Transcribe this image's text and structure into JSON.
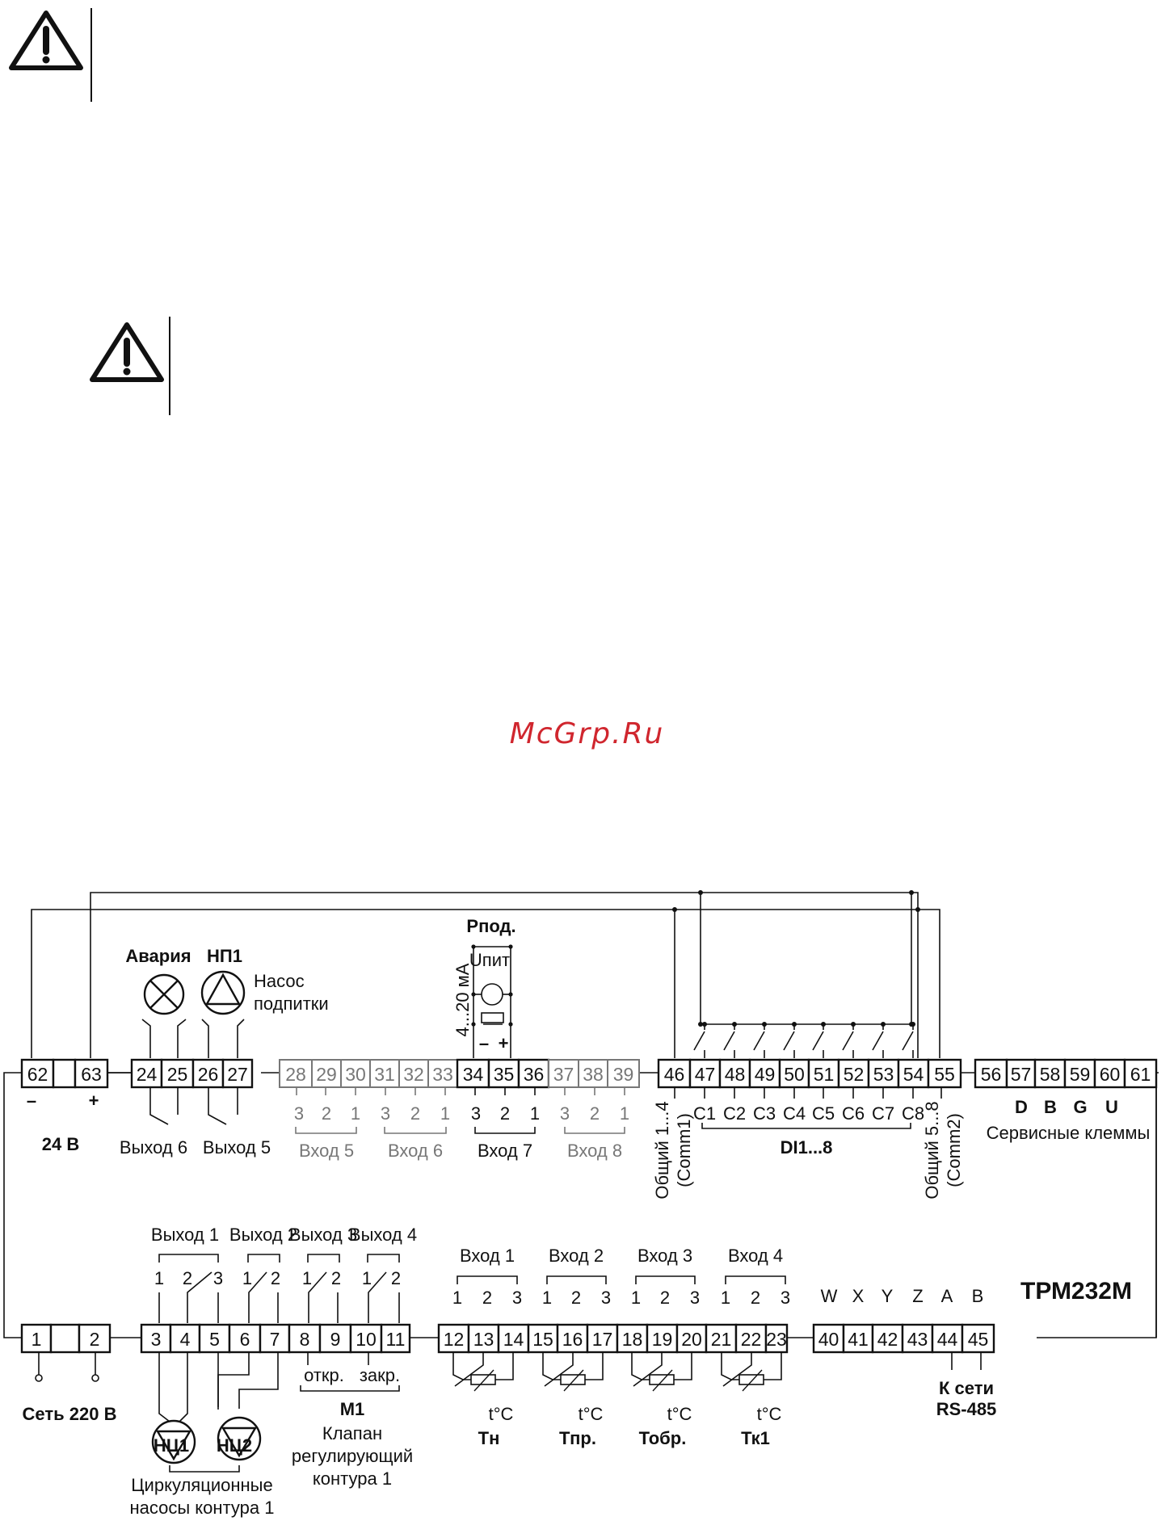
{
  "watermark": "McGrp.Ru",
  "colors": {
    "watermark": "#d0262e",
    "line": "#111111",
    "inactive": "#777777"
  },
  "icons": [
    "warning-triangle-icon",
    "warning-triangle-icon",
    "lamp-icon",
    "pump-icon",
    "pump-icon",
    "pump-icon"
  ],
  "device": {
    "name": "ТРМ232М"
  },
  "top_terminals": [
    "62",
    "",
    "63",
    "24",
    "25",
    "26",
    "27",
    "28",
    "29",
    "30",
    "31",
    "32",
    "33",
    "34",
    "35",
    "36",
    "37",
    "38",
    "39",
    "46",
    "47",
    "48",
    "49",
    "50",
    "51",
    "52",
    "53",
    "54",
    "55",
    "56",
    "57",
    "58",
    "59",
    "60",
    "61"
  ],
  "bottom_terminals": [
    "1",
    "",
    "2",
    "3",
    "4",
    "5",
    "6",
    "7",
    "8",
    "9",
    "10",
    "11",
    "12",
    "13",
    "14",
    "15",
    "16",
    "17",
    "18",
    "19",
    "20",
    "21",
    "22",
    "23",
    "40",
    "41",
    "42",
    "43",
    "44",
    "45"
  ],
  "top": {
    "supply_minus": "–",
    "supply_plus": "+",
    "supply_label": "24 В",
    "alarm_label": "Авария",
    "pump_np1_label": "НП1",
    "np1_caption_1": "Насос",
    "np1_caption_2": "подпитки",
    "output6": "Выход 6",
    "output5": "Выход 5",
    "inputs": [
      "Вход 5",
      "Вход 6",
      "Вход 7",
      "Вход 8"
    ],
    "input_pins": [
      "3",
      "2",
      "1"
    ],
    "sensor_p_label": "Pпод.",
    "sensor_range": "4...20 мА",
    "sensor_u": "Uпит",
    "sensor_minus": "–",
    "sensor_plus": "+",
    "common_1": "Общий 1...4",
    "common_1_sub": "(Comm1)",
    "common_2": "Общий 5...8",
    "common_2_sub": "(Comm2)",
    "c_labels": [
      "C1",
      "C2",
      "C3",
      "C4",
      "C5",
      "C6",
      "C7",
      "C8"
    ],
    "di_label": "DI1...8",
    "service_letters": [
      "D",
      "B",
      "G",
      "U"
    ],
    "service_label": "Сервисные клеммы"
  },
  "bottom": {
    "outputs": [
      "Выход 1",
      "Выход 2",
      "Выход 3",
      "Выход 4"
    ],
    "output1_pins": [
      "1",
      "2",
      "3"
    ],
    "output_pins": [
      "1",
      "2"
    ],
    "inputs": [
      "Вход 1",
      "Вход 2",
      "Вход 3",
      "Вход 4"
    ],
    "input_pins": [
      "1",
      "2",
      "3"
    ],
    "temp_unit": "t°C",
    "sensors": [
      "Тн",
      "Тпр.",
      "Тобр.",
      "Тк1"
    ],
    "mains_label": "Сеть 220 В",
    "pumps": [
      "НЦ1",
      "НЦ2"
    ],
    "pumps_caption_1": "Циркуляционные",
    "pumps_caption_2": "насосы контура 1",
    "valve_open": "откр.",
    "valve_close": "закр.",
    "valve_m1": "М1",
    "valve_caption_1": "Клапан",
    "valve_caption_2": "регулирующий",
    "valve_caption_3": "контура 1",
    "rs_letters": [
      "W",
      "X",
      "Y",
      "Z",
      "A",
      "B"
    ],
    "rs_label_1": "К сети",
    "rs_label_2": "RS-485"
  }
}
